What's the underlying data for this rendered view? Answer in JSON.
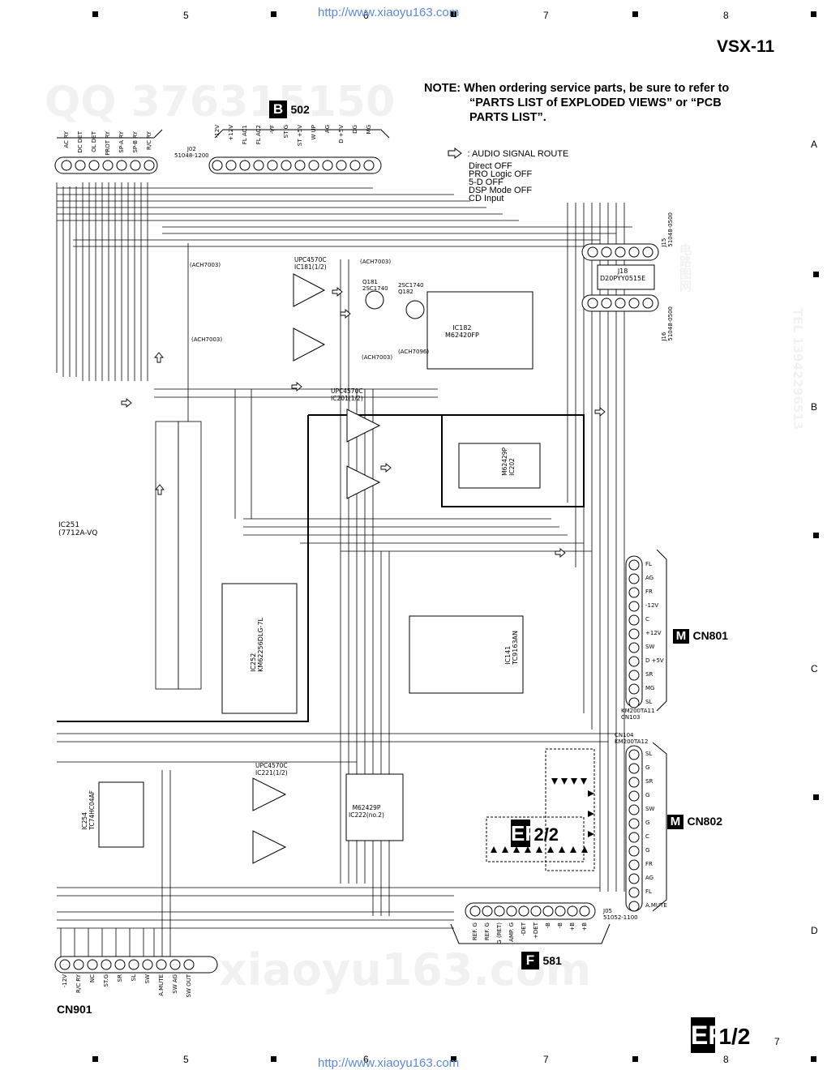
{
  "header": {
    "model": "VSX-11",
    "url": "http://www.xiaoyu163.com",
    "grid_columns": [
      "5",
      "6",
      "7",
      "8"
    ],
    "grid_rows": [
      "A",
      "B",
      "C",
      "D"
    ],
    "page_number": "7"
  },
  "note": {
    "lead": "NOTE:",
    "line1": "When ordering service parts, be sure to refer to",
    "line2": "“PARTS LIST of EXPLODED VIEWS” or “PCB",
    "line3": "PARTS LIST”."
  },
  "legend": {
    "title": ": AUDIO SIGNAL ROUTE",
    "items": [
      "Direct OFF",
      "PRO Logic OFF",
      "5-D OFF",
      "DSP Mode OFF",
      "CD Input"
    ]
  },
  "boards": {
    "b502": {
      "letter": "B",
      "label": "502"
    },
    "f581": {
      "letter": "F",
      "label": "581"
    },
    "ef22": {
      "letters": "EF",
      "label": "2/2"
    },
    "ef12": {
      "letters": "EF",
      "label": "1/2"
    }
  },
  "connectors": {
    "cn801": {
      "letter": "M",
      "label": "CN801"
    },
    "cn802": {
      "letter": "M",
      "label": "CN802"
    },
    "cn901": "CN901",
    "j102": "J02\n51048-1200",
    "j18": "J18\nD20PYY0515E",
    "j15": "J15\n51048-0500",
    "j16": "J16\n51048-0500",
    "cn103": "KM200TA11\nCN103",
    "cn104": "CN104\nKM200TA12",
    "j05": "J05\n51052-1100",
    "top_pins": [
      "-12V",
      "+12V",
      "FL AC1",
      "FL AC2",
      "-VF",
      "ST G",
      "ST +5V",
      "W UP",
      "AG",
      "D +5V",
      "DG",
      "MG"
    ],
    "cn801_pins": [
      "FL",
      "AG",
      "FR",
      "-12V",
      "C",
      "+12V",
      "SW",
      "D +5V",
      "SR",
      "MG",
      "SL"
    ],
    "cn802_pins": [
      "SL",
      "G",
      "SR",
      "G",
      "SW",
      "G",
      "C",
      "G",
      "FR",
      "AG",
      "FL",
      "A.MUTE"
    ],
    "j05_pins": [
      "REF. G",
      "REF. G",
      "G (RET)",
      "AMP. G",
      "-DET",
      "+DET",
      "-B",
      "-B",
      "+B",
      "+B"
    ],
    "left_top_pins": [
      "AC RY",
      "DC DET",
      "OL DET",
      "PROT RY",
      "SP-A RY",
      "SP-B RY",
      "R/C RY"
    ],
    "cn901_pins": [
      "-12V",
      "R/C RY",
      "NC",
      "ST.G",
      "SR",
      "SL",
      "SW",
      "A.MUTE",
      "SW AG",
      "SW OUT"
    ]
  },
  "ics": {
    "ic181": "UPC4570C\nIC181(1/2)",
    "ic182": "IC182\nM62420FP",
    "ic201": "UPC4570C\nIC201(1/2)",
    "ic202": "M62429P\nIC202",
    "ic251": "IC251\n(7712A-VQ",
    "ic252": "IC252\nKM62256DLG-7L",
    "ic141": "IC141\nTC9163AN",
    "ic221": "UPC4570C\nIC221(1/2)",
    "ic222": "M62429P\nIC222(no.2)",
    "ic254": "IC254\nTC74HC04AF",
    "q181": "Q181\n2SC1740",
    "q182": "2SC1740\nQ182",
    "ach1": "(ACH7003)",
    "ach2": "(ACH7096)"
  },
  "watermarks": [
    "QQ 376315150",
    "xiaoyu163.com",
    "TEL 13942296513",
    "电路图网"
  ]
}
